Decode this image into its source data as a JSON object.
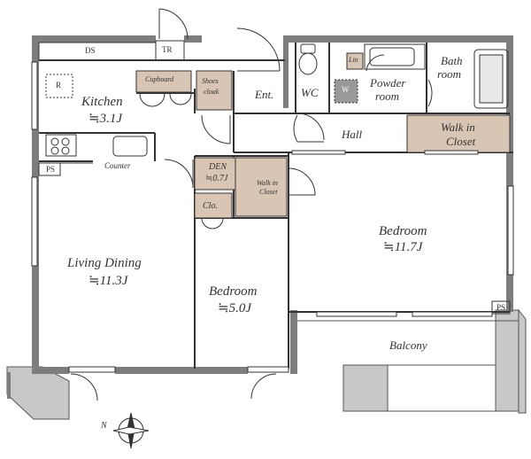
{
  "rooms": {
    "kitchen": {
      "name": "Kitchen",
      "size": "≒3.1J"
    },
    "living": {
      "name": "Living Dining",
      "size": "≒11.3J"
    },
    "bedroom_small": {
      "name": "Bedroom",
      "size": "≒5.0J"
    },
    "bedroom_large": {
      "name": "Bedroom",
      "size": "≒11.7J"
    },
    "den": {
      "name": "DEN",
      "size": "≒0.7J"
    },
    "hall": "Hall",
    "entrance": "Ent.",
    "wc": "WC",
    "powder_room": [
      "Powder",
      "room"
    ],
    "bath_room": [
      "Bath",
      "room"
    ],
    "balcony": "Balcony"
  },
  "labels": {
    "ds": "DS",
    "tr": "TR",
    "fridge": "R",
    "cupboard": "Cupboard",
    "shoes_cloak": [
      "Shoes",
      "cloak"
    ],
    "walk_in_closet_large": [
      "Walk in",
      "Closet"
    ],
    "walk_in_closet_small": [
      "Walk in",
      "Closet"
    ],
    "closet": "Clo.",
    "linen": "Lin",
    "washer": "W",
    "counter": "Counter",
    "ps_left": "PS",
    "ps_right": "PS"
  },
  "compass": {
    "north_label": "N"
  },
  "colors": {
    "wall": "#7d7d7d",
    "storage_fill": "#d9c5b3",
    "balcony_fill": "#c8c8c8",
    "line": "#333333"
  }
}
